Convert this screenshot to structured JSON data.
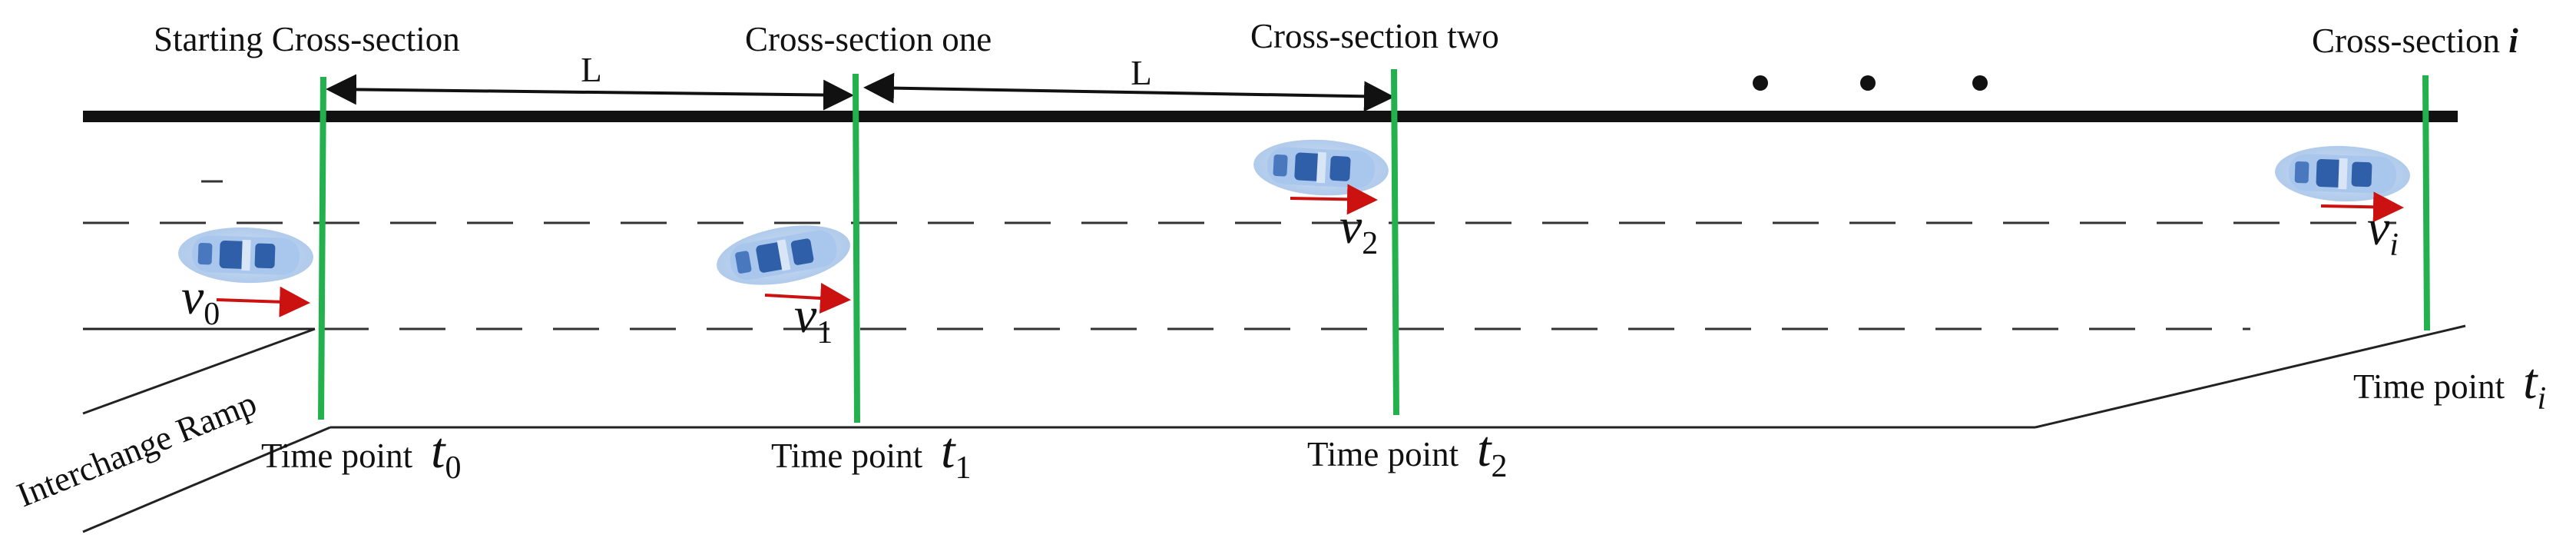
{
  "cross_sections": [
    {
      "label": "Starting Cross-section",
      "time_label": "Time point",
      "time_symbol": "t",
      "time_sub": "0",
      "speed_symbol": "v",
      "speed_sub": "0"
    },
    {
      "label": "Cross-section one",
      "time_label": "Time point",
      "time_symbol": "t",
      "time_sub": "1",
      "speed_symbol": "v",
      "speed_sub": "1"
    },
    {
      "label": "Cross-section two",
      "time_label": "Time point",
      "time_symbol": "t",
      "time_sub": "2",
      "speed_symbol": "v",
      "speed_sub": "2"
    },
    {
      "label": "Cross-section ",
      "label_italic": "i",
      "time_label": "Time point",
      "time_symbol": "t",
      "time_sub": "i",
      "speed_symbol": "v",
      "speed_sub": "i"
    }
  ],
  "distance_label_1": "L",
  "distance_label_2": "L",
  "ramp_label": "Interchange Ramp",
  "ellipsis_dots": 3,
  "colors": {
    "section_line": "#22b14c",
    "speed_arrow": "#cc1111",
    "road": "#111111",
    "car_body": "#8fb4e3",
    "car_window": "#2f5fa8"
  },
  "icons": [
    "car-icon",
    "car-icon",
    "car-icon",
    "car-icon"
  ]
}
